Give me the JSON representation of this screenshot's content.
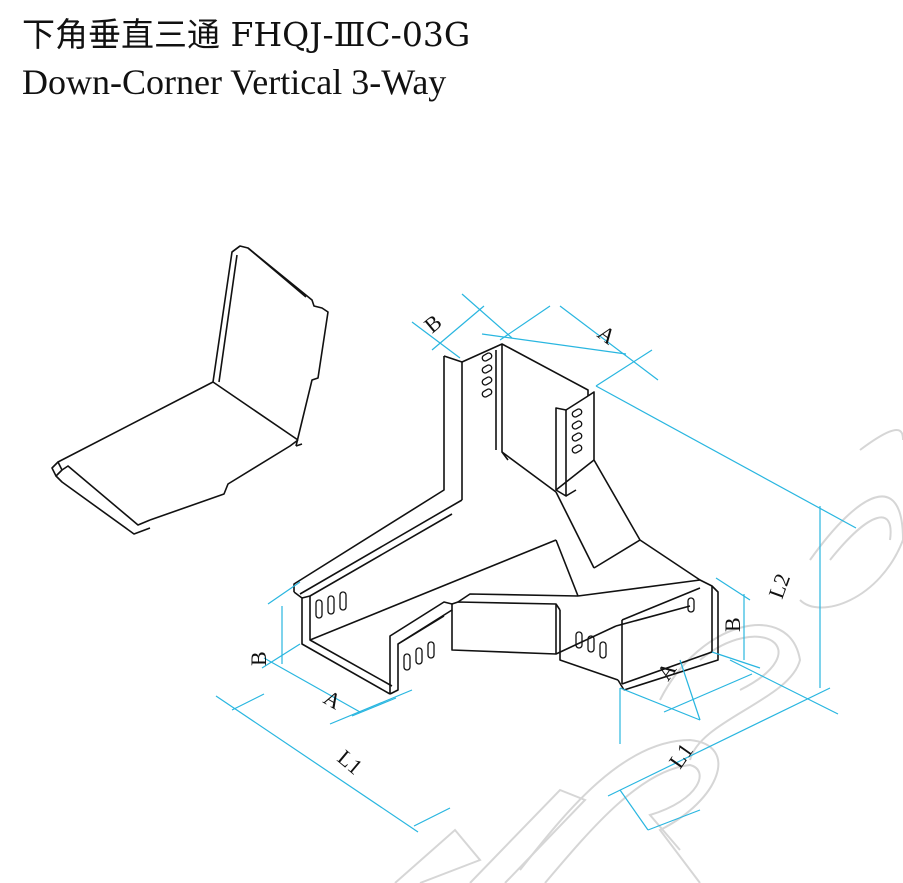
{
  "title": {
    "chinese": "下角垂直三通  FHQJ-ⅢC-03G",
    "english": "Down-Corner Vertical 3-Way"
  },
  "dimensions": {
    "top_b": "B",
    "top_a": "A",
    "right_l2": "L2",
    "right_b": "B",
    "right_a": "A",
    "right_l1": "L1",
    "left_b": "B",
    "left_a": "A",
    "left_l1": "L1"
  },
  "watermark": "InRe",
  "colors": {
    "line": "#111111",
    "dimension": "#29b6e0",
    "watermark": "#d6d6d6"
  }
}
